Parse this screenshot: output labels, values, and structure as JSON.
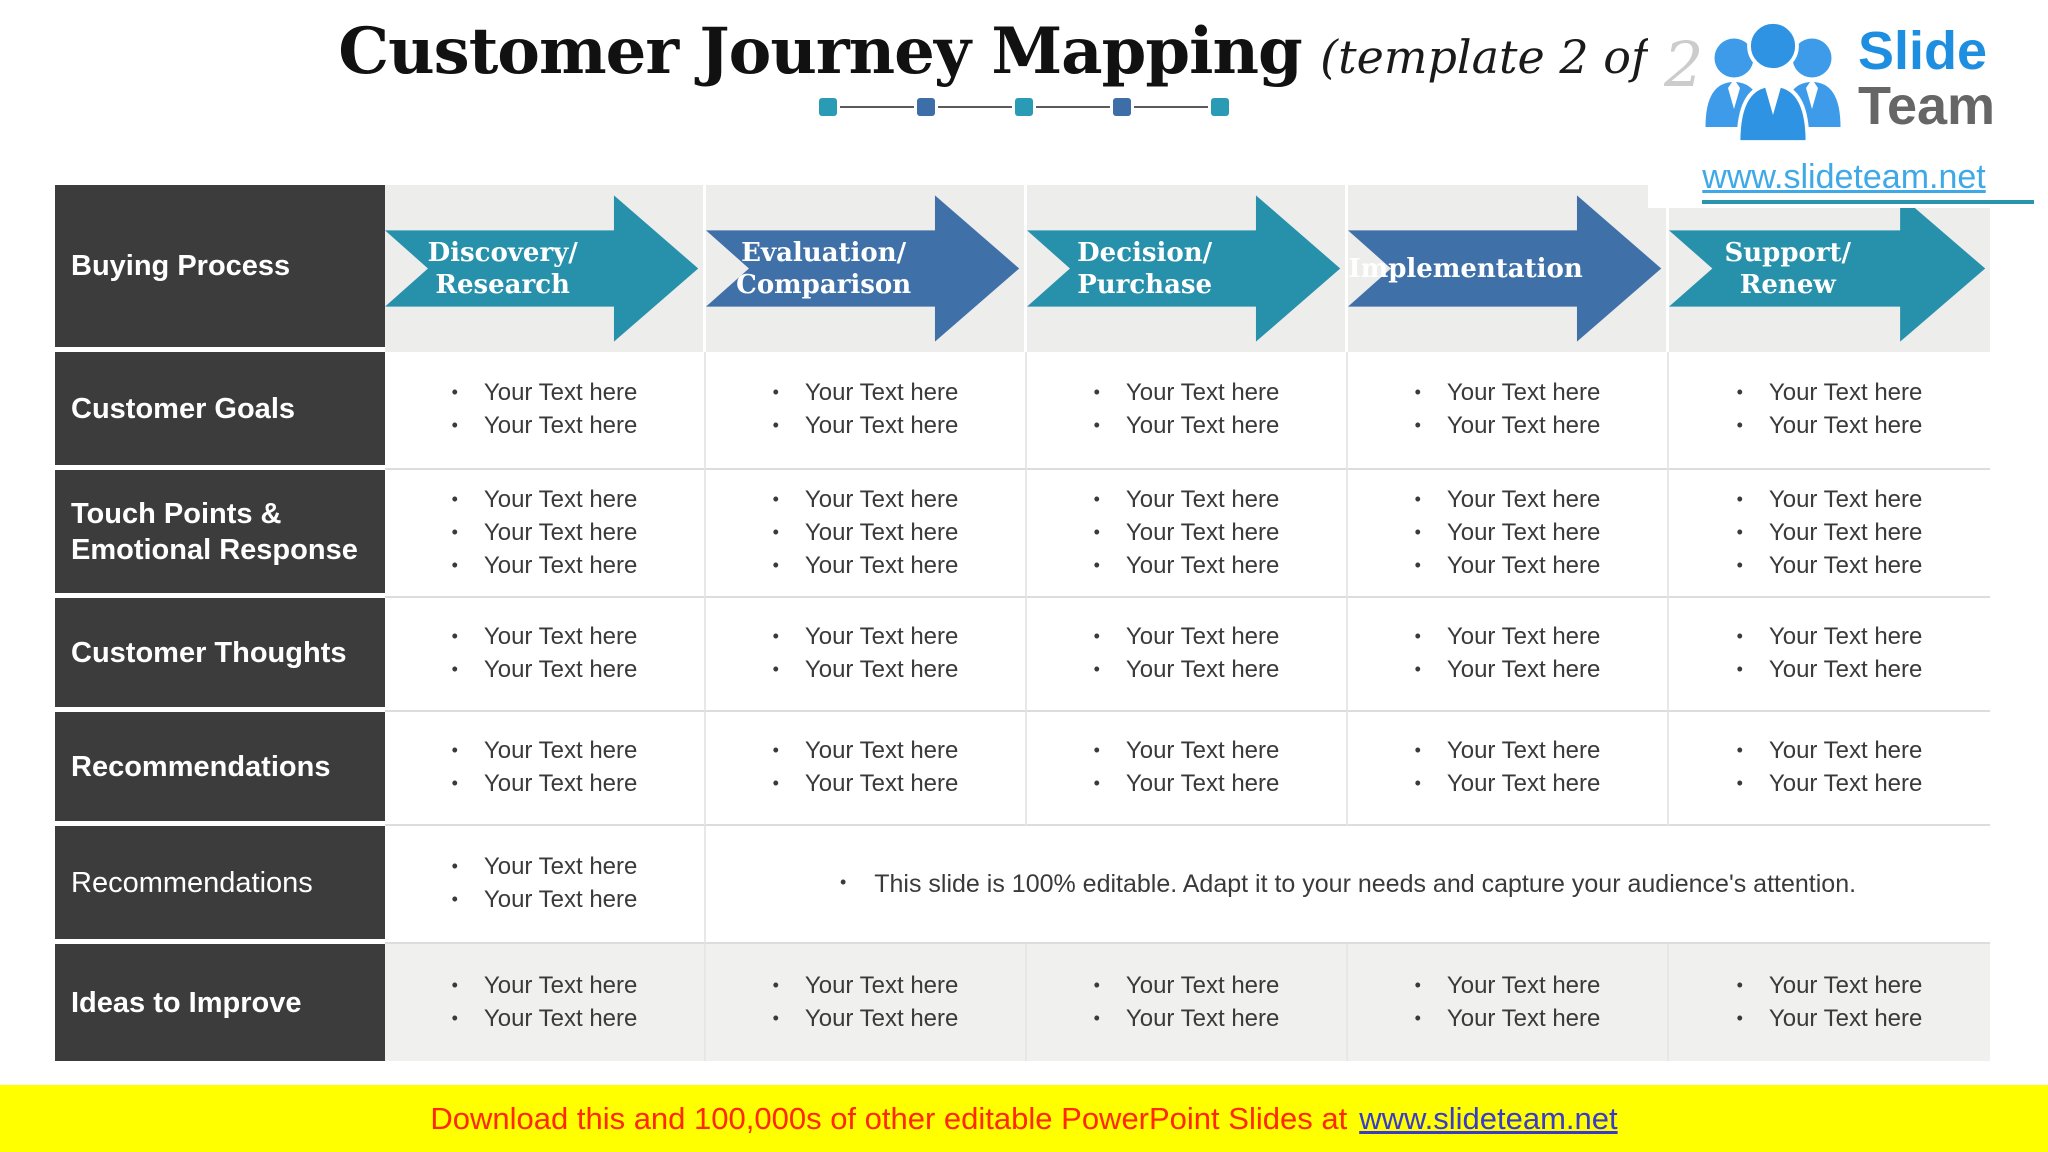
{
  "title": {
    "main": "Customer Journey Mapping",
    "suffix": "(template 2 of 2)"
  },
  "title_decoration": {
    "square_colors": [
      "#2a9bb5",
      "#3e6ea8",
      "#2a9bb5",
      "#3e6ea8",
      "#2a9bb5"
    ]
  },
  "logo": {
    "brand_top": "Slide",
    "brand_bottom": "Team",
    "url": "www.slideteam.net",
    "ghost_digit": "2"
  },
  "table": {
    "corner_label": "Buying Process",
    "stages": [
      {
        "label": "Discovery/ Research",
        "color": "#2791ab"
      },
      {
        "label": "Evaluation/ Comparison",
        "color": "#4070a8"
      },
      {
        "label": "Decision/ Purchase",
        "color": "#2791ab"
      },
      {
        "label": "Implementation",
        "color": "#4070a8"
      },
      {
        "label": "Support/ Renew",
        "color": "#2791ab"
      }
    ],
    "rows": [
      {
        "label": "Customer Goals",
        "cells": [
          {
            "items": [
              "Your Text here",
              "Your Text here"
            ]
          },
          {
            "items": [
              "Your Text here",
              "Your Text here"
            ]
          },
          {
            "items": [
              "Your Text here",
              "Your Text here"
            ]
          },
          {
            "items": [
              "Your Text here",
              "Your Text here"
            ]
          },
          {
            "items": [
              "Your Text here",
              "Your Text here"
            ]
          }
        ]
      },
      {
        "label": "Touch Points & Emotional Response",
        "cells": [
          {
            "items": [
              "Your Text here",
              "Your Text here",
              "Your Text here"
            ]
          },
          {
            "items": [
              "Your Text here",
              "Your Text here",
              "Your Text here"
            ]
          },
          {
            "items": [
              "Your Text here",
              "Your Text here",
              "Your Text here"
            ]
          },
          {
            "items": [
              "Your Text here",
              "Your Text here",
              "Your Text here"
            ]
          },
          {
            "items": [
              "Your Text here",
              "Your Text here",
              "Your Text here"
            ]
          }
        ]
      },
      {
        "label": "Customer Thoughts",
        "cells": [
          {
            "items": [
              "Your Text here",
              "Your Text here"
            ]
          },
          {
            "items": [
              "Your Text here",
              "Your Text here"
            ]
          },
          {
            "items": [
              "Your Text here",
              "Your Text here"
            ]
          },
          {
            "items": [
              "Your Text here",
              "Your Text here"
            ]
          },
          {
            "items": [
              "Your Text here",
              "Your Text here"
            ]
          }
        ]
      },
      {
        "label": "Recommendations",
        "cells": [
          {
            "items": [
              "Your Text here",
              "Your Text here"
            ]
          },
          {
            "items": [
              "Your Text here",
              "Your Text here"
            ]
          },
          {
            "items": [
              "Your Text here",
              "Your Text here"
            ]
          },
          {
            "items": [
              "Your Text here",
              "Your Text here"
            ]
          },
          {
            "items": [
              "Your Text here",
              "Your Text here"
            ]
          }
        ]
      },
      {
        "label": "Recommendations",
        "cells": [
          {
            "items": [
              "Your Text here",
              "Your Text here"
            ]
          }
        ],
        "note": "This slide is 100% editable. Adapt it to your needs and capture your audience's attention."
      },
      {
        "label": "Ideas to Improve",
        "cells": [
          {
            "items": [
              "Your Text here",
              "Your Text here"
            ]
          },
          {
            "items": [
              "Your Text here",
              "Your Text here"
            ]
          },
          {
            "items": [
              "Your Text here",
              "Your Text here"
            ]
          },
          {
            "items": [
              "Your Text here",
              "Your Text here"
            ]
          },
          {
            "items": [
              "Your Text here",
              "Your Text here"
            ]
          }
        ]
      }
    ]
  },
  "banner": {
    "text": "Download this and 100,000s of other editable PowerPoint Slides at",
    "link": "www.slideteam.net"
  },
  "colors": {
    "teal_arrow": "#2791ab",
    "blue_arrow": "#4070a8",
    "label_cell_bg": "#3c3c3c",
    "header_cell_bg": "#ededec",
    "alt_row_bg": "#f0f0ef",
    "banner_bg": "#ffff00",
    "banner_text": "#ff2800",
    "banner_link": "#3a3acc"
  }
}
